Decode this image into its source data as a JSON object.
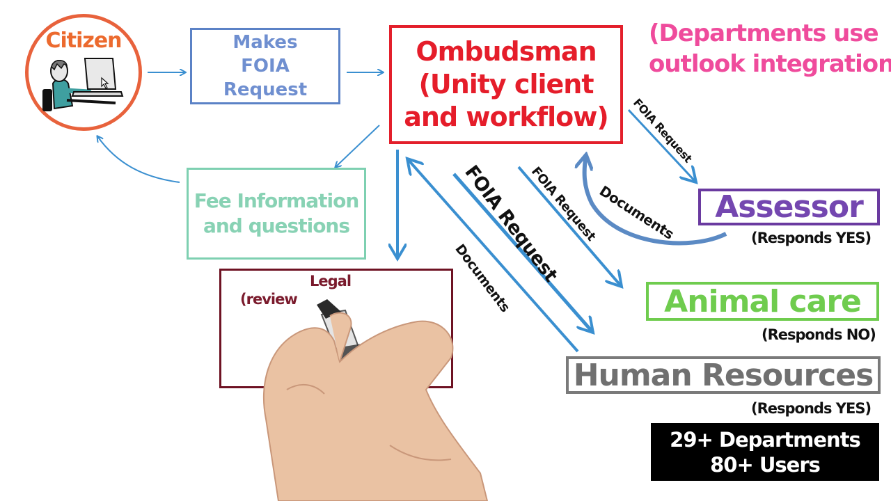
{
  "citizen": {
    "label": "Citizen"
  },
  "makes_request": {
    "lines": [
      "Makes",
      "FOIA",
      "Request"
    ]
  },
  "ombudsman": {
    "lines": [
      "Ombudsman",
      "(Unity client",
      "and workflow)"
    ]
  },
  "departments_note": {
    "lines": [
      "(Departments use",
      "outlook integration)"
    ]
  },
  "fee_info": {
    "lines": [
      "Fee Information",
      "and questions"
    ]
  },
  "legal": {
    "label": "Legal",
    "review": "(review"
  },
  "departments": [
    {
      "name": "Assessor",
      "response": "(Responds YES)",
      "color": "#7447b0"
    },
    {
      "name": "Animal care",
      "response": "(Responds NO)",
      "color": "#6fcc4e"
    },
    {
      "name": "Human Resources",
      "response": "(Responds YES)",
      "color": "#707070"
    }
  ],
  "stats": {
    "lines": [
      "29+ Departments",
      "80+ Users"
    ]
  },
  "arrow_labels": {
    "foia_to_assessor": "FOIA Request",
    "docs_from_assessor": "Documents",
    "foia_to_animal": "FOIA Request",
    "foia_to_hr": "FOIA Request",
    "docs_from_hr": "Documents"
  },
  "colors": {
    "arrow_blue": "#3a8fd0",
    "citizen_orange": "#e8623c",
    "ombudsman_red": "#e31f2b",
    "note_pink": "#ef4b9c",
    "fee_green": "#7ed0b1",
    "legal_maroon": "#6e1223"
  }
}
